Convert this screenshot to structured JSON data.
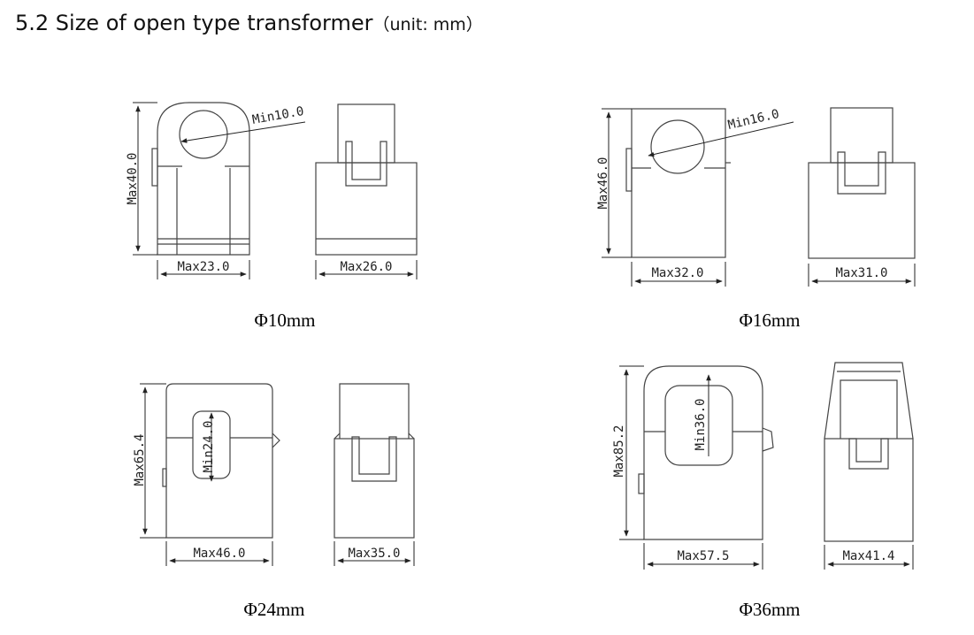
{
  "title": {
    "main": "5.2 Size of open type transformer",
    "unit": "（unit:   mm）"
  },
  "drawings": [
    {
      "caption": "Φ10mm",
      "aperture": "Min10.0",
      "height": "Max40.0",
      "width": "Max23.0",
      "depth": "Max26.0"
    },
    {
      "caption": "Φ16mm",
      "aperture": "Min16.0",
      "height": "Max46.0",
      "width": "Max32.0",
      "depth": "Max31.0"
    },
    {
      "caption": "Φ24mm",
      "aperture": "Min24.0",
      "height": "Max65.4",
      "width": "Max46.0",
      "depth": "Max35.0"
    },
    {
      "caption": "Φ36mm",
      "aperture": "Min36.0",
      "height": "Max85.2",
      "width": "Max57.5",
      "depth": "Max41.4"
    }
  ]
}
